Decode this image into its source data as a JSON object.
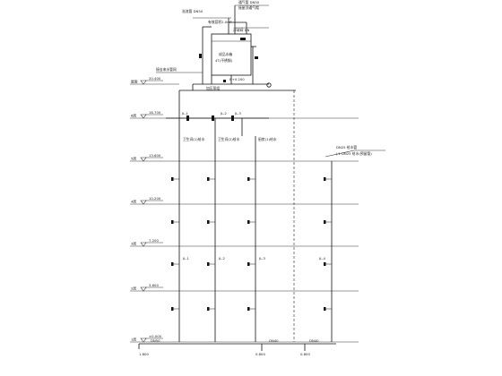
{
  "diagram": {
    "tank_notes": {
      "overflow_label": "溢流管 DN50",
      "vent_label": "通气管 DN50",
      "vent_sub": "接屋顶通气帽",
      "inlet_label": "浮球阀 DN",
      "tank_title": "成品水箱",
      "tank_sub": "4T(不锈钢)",
      "tank_detail": "有效容积2.0m³",
      "pump_label": "加压泵组",
      "tank_level": "B+0.200"
    },
    "left_annotation": "接自来水管网",
    "floors": [
      {
        "name": "屋面",
        "elev": "20.400"
      },
      {
        "name": "6层",
        "elev": "16.700"
      },
      {
        "name": "5层",
        "elev": "13.600"
      },
      {
        "name": "4层",
        "elev": "10.200"
      },
      {
        "name": "3层",
        "elev": "7.200"
      },
      {
        "name": "2层",
        "elev": "3.600"
      },
      {
        "name": "1层",
        "elev": "±0.000"
      }
    ],
    "branch_labels": [
      "JL-1",
      "JL-2",
      "JL-3"
    ],
    "riser_labels": [
      "JL-1",
      "JL-2",
      "JL-3",
      "JL-4"
    ],
    "unit_labels": [
      "卫生间(1)给水",
      "卫生间(2)给水",
      "厨房(1)给水"
    ],
    "right_note": {
      "line1": "DN25 给水管",
      "line2": "J-1 DN25 给水(预留管)"
    },
    "bottom_labels": [
      "1.800",
      "0.800",
      "0.800"
    ],
    "bottom_pipe_labels": [
      "DN50",
      "DN40",
      "DN40"
    ]
  }
}
